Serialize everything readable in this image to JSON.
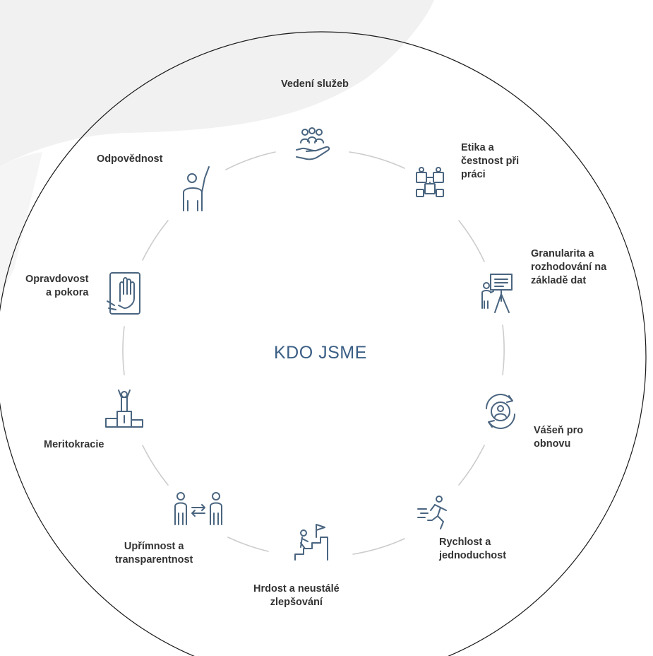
{
  "center_title": "KDO JSME",
  "values": [
    {
      "id": "vedeni-sluzeb",
      "label": "Vedení služeb",
      "icon": "people-in-hand-icon"
    },
    {
      "id": "etika",
      "label": "Etika a\nčestnost při\npráci",
      "icon": "puzzle-pieces-icon"
    },
    {
      "id": "granularita",
      "label": "Granularita a\nrozhodování na\nzákladě dat",
      "icon": "presenter-board-icon"
    },
    {
      "id": "vasen",
      "label": "Vášeň pro\nobnovu",
      "icon": "person-refresh-cycle-icon"
    },
    {
      "id": "rychlost",
      "label": "Rychlost a\njednoduchost",
      "icon": "running-person-icon"
    },
    {
      "id": "hrdost",
      "label": "Hrdost a neustálé\nzlepšování",
      "icon": "climbing-stairs-flag-icon"
    },
    {
      "id": "uprimnost",
      "label": "Upřímnost a\ntransparentnost",
      "icon": "two-people-exchange-icon"
    },
    {
      "id": "meritokracie",
      "label": "Meritokracie",
      "icon": "podium-winner-icon"
    },
    {
      "id": "opravdovost",
      "label": "Opravdovost\na pokora",
      "icon": "raised-hand-oath-icon"
    },
    {
      "id": "odpovednost",
      "label": "Odpovědnost",
      "icon": "person-raising-hand-icon"
    }
  ],
  "colors": {
    "icon_stroke": "#4a6580",
    "ring_gray": "#cccccc",
    "background_swoosh": "#f1f1f1",
    "circle_border": "#1a1a1a",
    "title_blue": "#3b5f85",
    "label_text": "#333333"
  }
}
